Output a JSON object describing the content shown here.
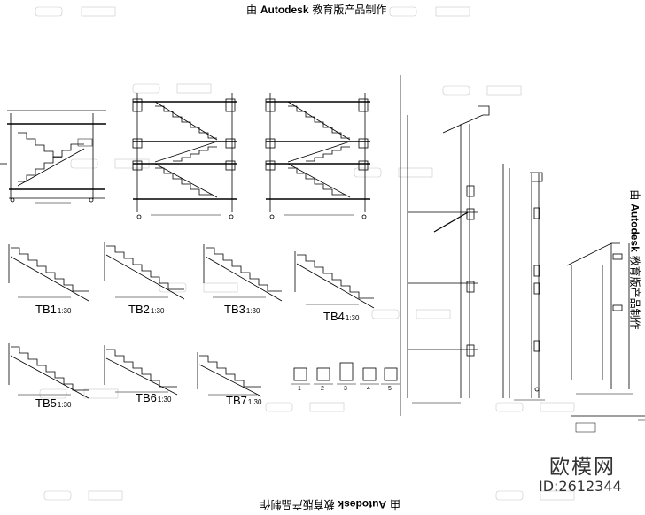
{
  "watermark": {
    "prefix": "由",
    "brand": "Autodesk",
    "suffix": "教育版产品制作"
  },
  "site_logo": {
    "name": "欧模网",
    "id_text": "ID:2612344"
  },
  "stair_sections": [
    {
      "name": "TB1",
      "scale": "1:30"
    },
    {
      "name": "TB2",
      "scale": "1:30"
    },
    {
      "name": "TB3",
      "scale": "1:30"
    },
    {
      "name": "TB4",
      "scale": "1:30"
    },
    {
      "name": "TB5",
      "scale": "1:30"
    },
    {
      "name": "TB6",
      "scale": "1:30"
    },
    {
      "name": "TB7",
      "scale": "1:30"
    }
  ],
  "detail_marks": [
    "1",
    "2",
    "3",
    "4",
    "5"
  ],
  "colors": {
    "line": "#000000",
    "background": "#ffffff",
    "watermark_gray": "#b0b0b0"
  }
}
